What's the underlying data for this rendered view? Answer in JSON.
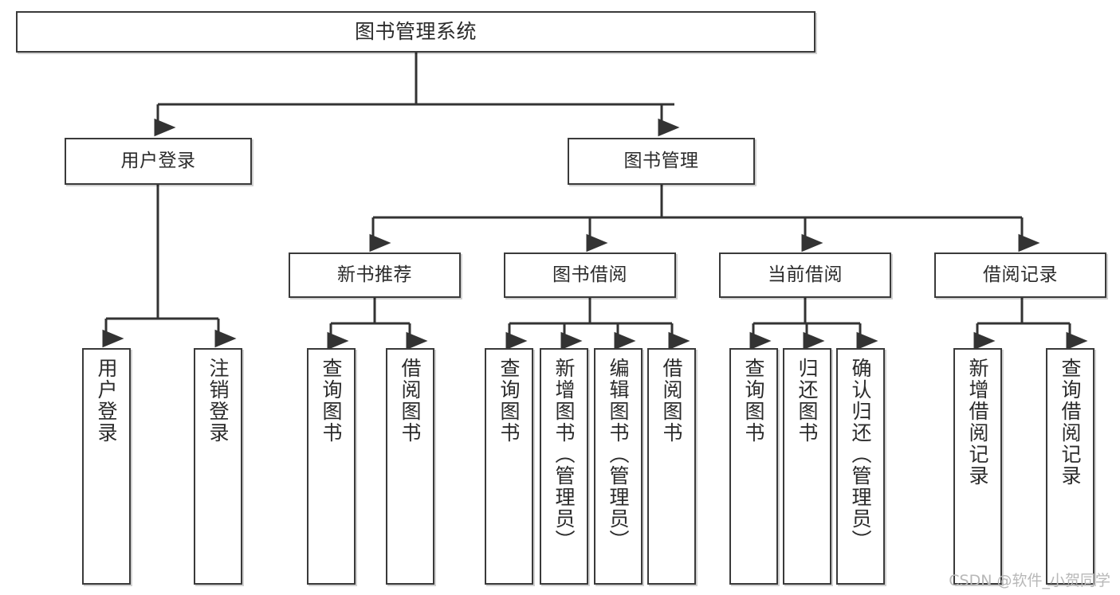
{
  "diagram": {
    "type": "tree-hierarchy",
    "title": "图书管理系统",
    "watermark": "CSDN @软件_小贺同学",
    "colors": {
      "box_border": "#3a3a3a",
      "box_fill": "#ffffff",
      "connector": "#333333",
      "text": "#2b2b2b",
      "watermark": "#b8b8b8"
    },
    "nodes": {
      "root": {
        "label": "图书管理系统",
        "level": 1
      },
      "l2": [
        {
          "id": "user-login",
          "label": "用户登录",
          "level": 2
        },
        {
          "id": "book-manage",
          "label": "图书管理",
          "level": 2
        }
      ],
      "l3": [
        {
          "id": "new-book-recommend",
          "label": "新书推荐",
          "level": 3,
          "parent": "book-manage"
        },
        {
          "id": "book-borrow",
          "label": "图书借阅",
          "level": 3,
          "parent": "book-manage"
        },
        {
          "id": "current-borrow",
          "label": "当前借阅",
          "level": 3,
          "parent": "book-manage"
        },
        {
          "id": "borrow-record",
          "label": "借阅记录",
          "level": 3,
          "parent": "book-manage"
        }
      ],
      "leaves": [
        {
          "id": "leaf-user-login",
          "label": "用户登录",
          "parent": "user-login"
        },
        {
          "id": "leaf-logout",
          "label": "注销登录",
          "parent": "user-login"
        },
        {
          "id": "leaf-query-book-1",
          "label": "查询图书",
          "parent": "new-book-recommend"
        },
        {
          "id": "leaf-borrow-book-1",
          "label": "借阅图书",
          "parent": "new-book-recommend"
        },
        {
          "id": "leaf-query-book-2",
          "label": "查询图书",
          "parent": "book-borrow"
        },
        {
          "id": "leaf-add-book",
          "label": "新增图书（管理员）",
          "parent": "book-borrow"
        },
        {
          "id": "leaf-edit-book",
          "label": "编辑图书（管理员）",
          "parent": "book-borrow"
        },
        {
          "id": "leaf-borrow-book-2",
          "label": "借阅图书",
          "parent": "book-borrow"
        },
        {
          "id": "leaf-query-book-3",
          "label": "查询图书",
          "parent": "current-borrow"
        },
        {
          "id": "leaf-return-book",
          "label": "归还图书",
          "parent": "current-borrow"
        },
        {
          "id": "leaf-confirm-return",
          "label": "确认归还（管理员）",
          "parent": "current-borrow"
        },
        {
          "id": "leaf-add-record",
          "label": "新增借阅记录",
          "parent": "borrow-record"
        },
        {
          "id": "leaf-query-record",
          "label": "查询借阅记录",
          "parent": "borrow-record"
        }
      ]
    }
  }
}
